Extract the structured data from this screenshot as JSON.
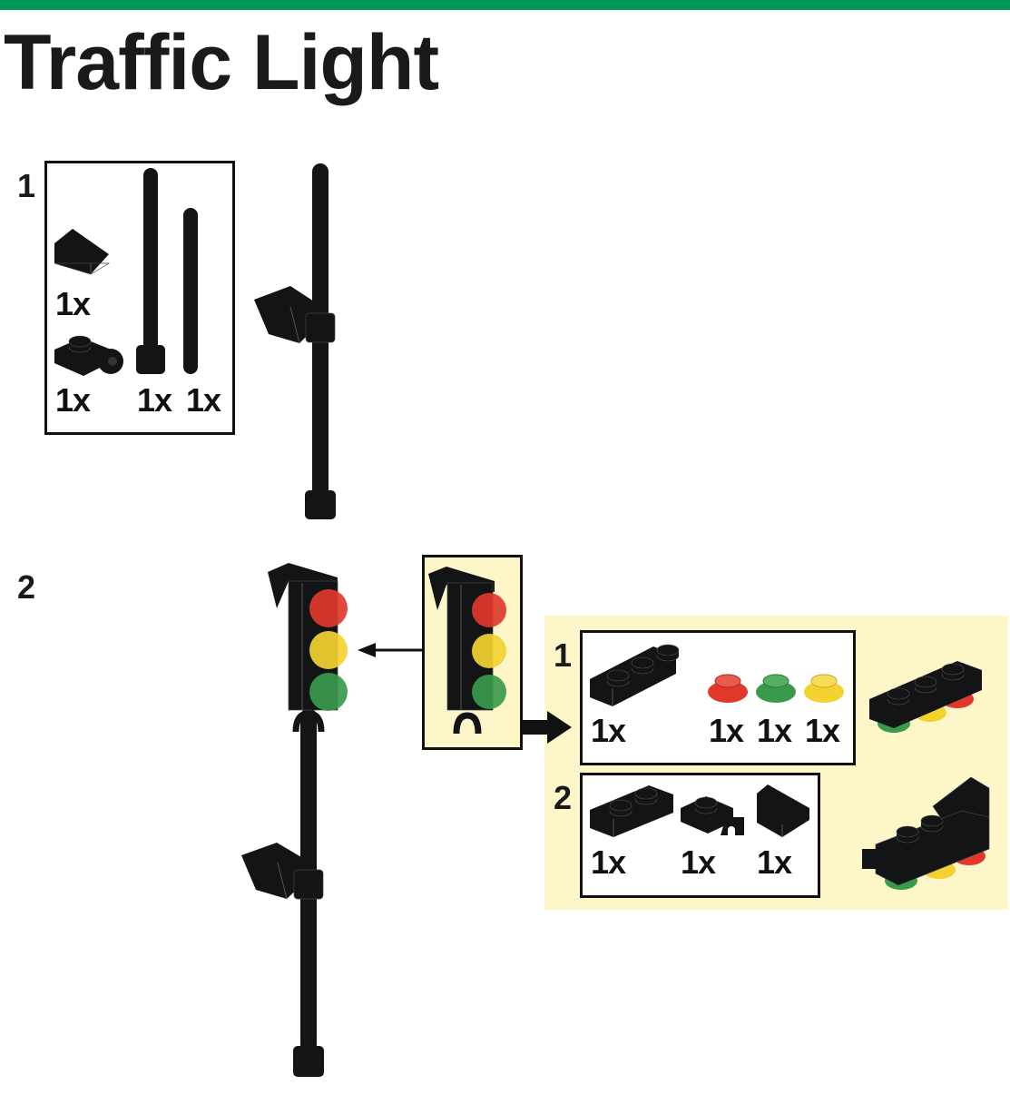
{
  "header": {
    "title": "Traffic Light",
    "bar_color": "#00985a"
  },
  "colors": {
    "panel": "#fdf6c8",
    "brick": "#121416",
    "red": "#e0392b",
    "yellow": "#f3d230",
    "green": "#3a9a4c"
  },
  "step1": {
    "number": "1",
    "parts": [
      {
        "icon": "slope-brick-icon",
        "qty": "1x"
      },
      {
        "icon": "clip-plate-icon",
        "qty": "1x"
      },
      {
        "icon": "long-bar-icon",
        "qty": "1x"
      },
      {
        "icon": "short-bar-icon",
        "qty": "1x"
      }
    ]
  },
  "step2": {
    "number": "2",
    "substeps": [
      {
        "number": "1",
        "parts": [
          {
            "icon": "plate-1x3-icon",
            "qty": "1x"
          },
          {
            "icon": "red-round-plate-icon",
            "qty": "1x"
          },
          {
            "icon": "green-round-plate-icon",
            "qty": "1x"
          },
          {
            "icon": "yellow-round-plate-icon",
            "qty": "1x"
          }
        ]
      },
      {
        "number": "2",
        "parts": [
          {
            "icon": "plate-1x2-icon",
            "qty": "1x"
          },
          {
            "icon": "clip-plate-icon",
            "qty": "1x"
          },
          {
            "icon": "slope-brick-icon",
            "qty": "1x"
          }
        ]
      }
    ]
  }
}
